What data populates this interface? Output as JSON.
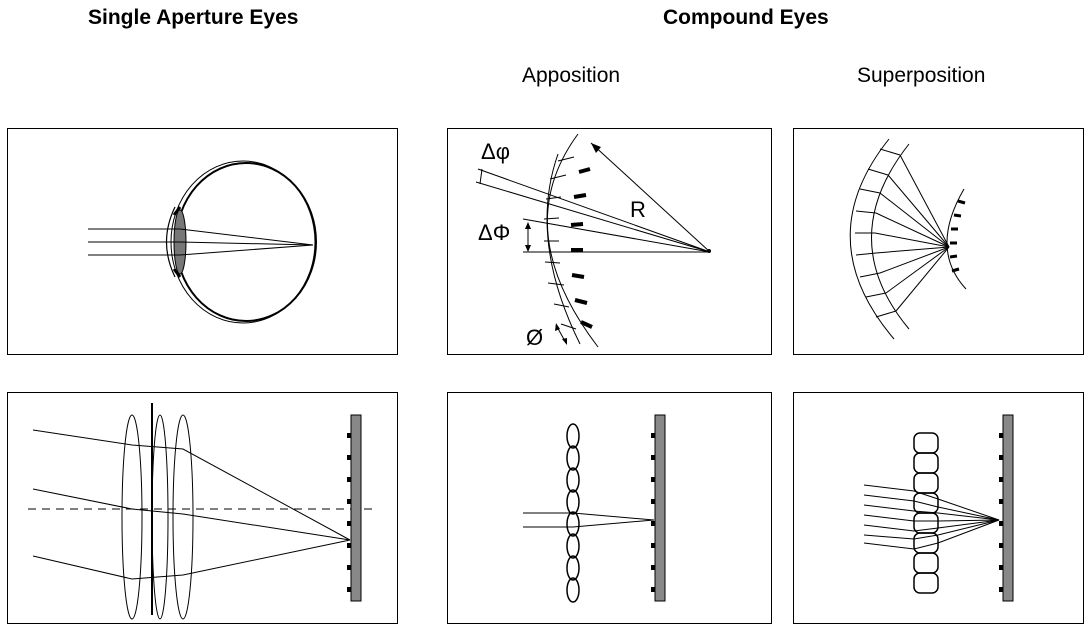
{
  "headings": {
    "single_aperture": "Single Aperture Eyes",
    "compound": "Compound Eyes",
    "apposition": "Apposition",
    "superposition": "Superposition"
  },
  "labels": {
    "delta_phi_small": "Δφ",
    "delta_phi_capital": "ΔΦ",
    "radius": "R",
    "diameter": "Ø"
  }
}
